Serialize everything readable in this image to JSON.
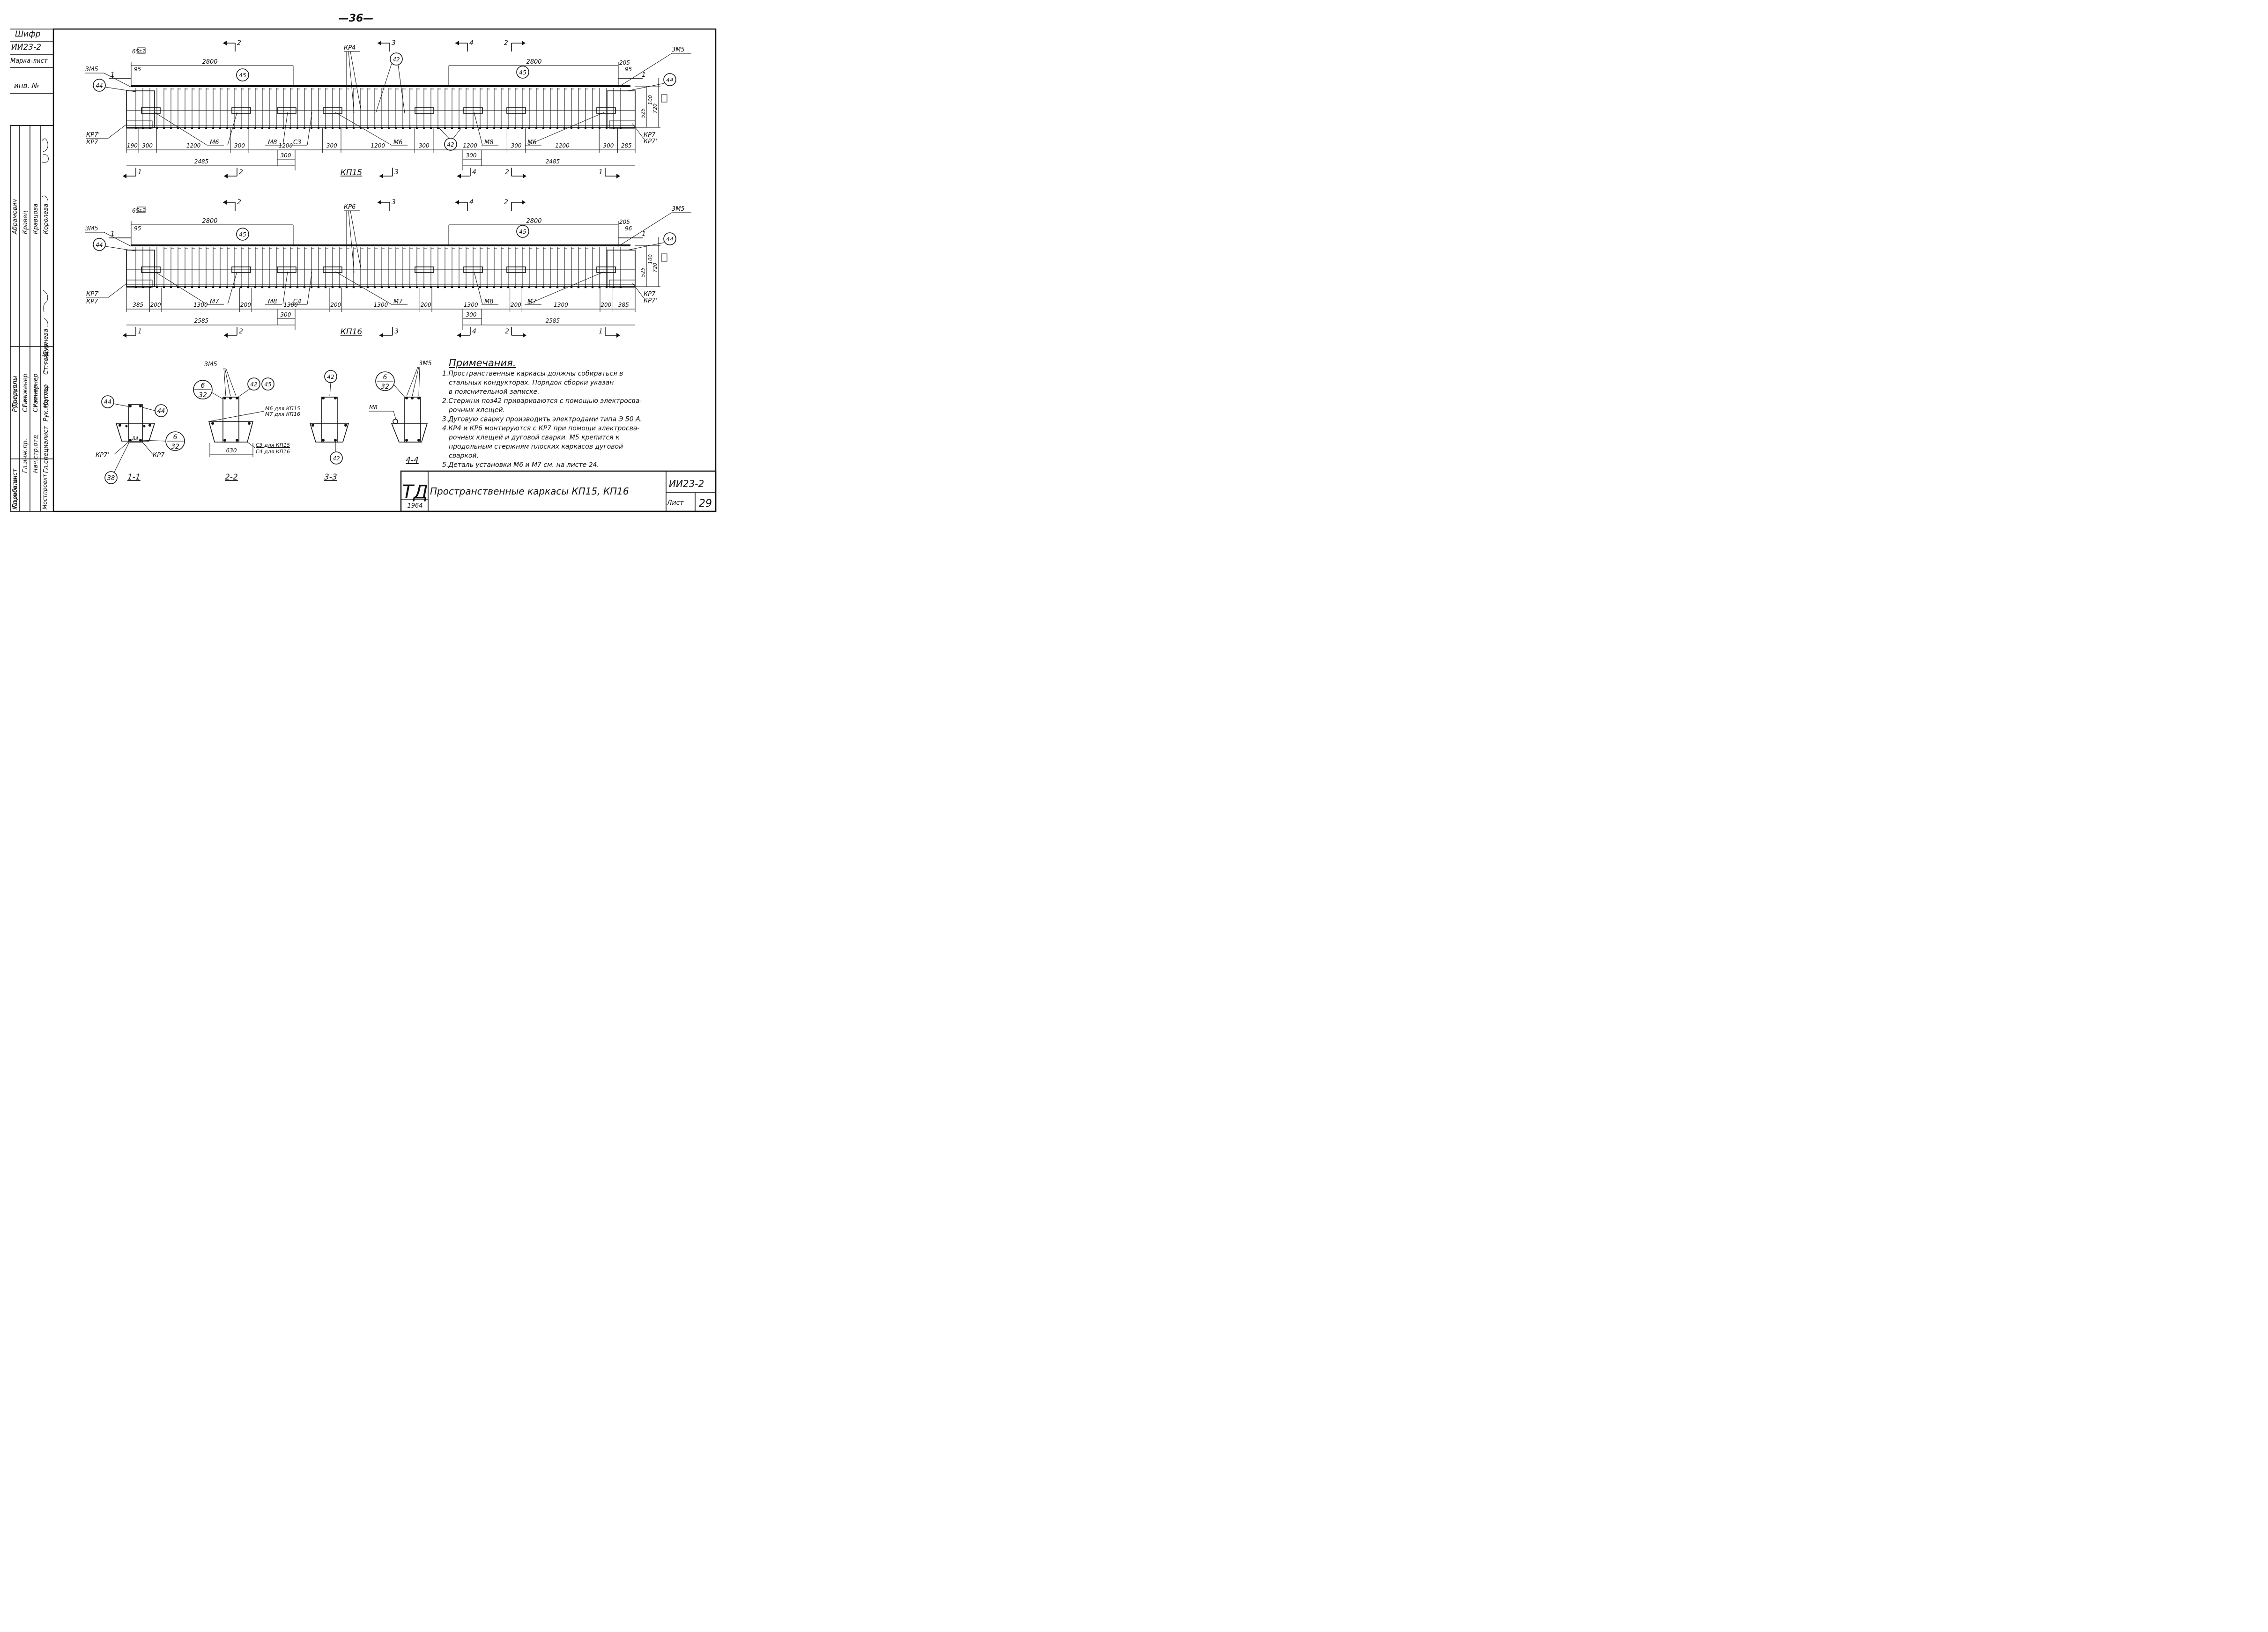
{
  "page_number": "—36—",
  "stamp": {
    "code_label": "Шифр",
    "code": "ИИ23-2",
    "mark_label": "Марка-лист",
    "inv_label": "инв. №",
    "roles": [
      "Гл.инж.инст",
      "Гл.инж.пр.",
      "Нач.стр.отд",
      "Гл.специалист",
      "Рук.группы",
      "Рук.группы",
      "Ст.инженер",
      "Ст.инженер",
      "Ст.техник"
    ],
    "names": [
      "Тренкель",
      "Гин",
      "Ратнер",
      "Кетлер",
      "Дурнева",
      "Абрамович",
      "Кравец",
      "Кравцова",
      "Королева"
    ],
    "org_dev": "Разработан",
    "org_main": "Мостпроект"
  },
  "title_block": {
    "logo": "ТД",
    "year": "1964",
    "title": "Пространственные каркасы КП15, КП16",
    "code": "ИИ23-2",
    "sheet_label": "Лист",
    "sheet_number": "29"
  },
  "kp15": {
    "name": "КП15",
    "top_dims": [
      "2800",
      "2800",
      "65",
      "95",
      "205",
      "95"
    ],
    "mark_left_top": "3М5",
    "mark_right_top": "3М5",
    "mark_kr": "КР4",
    "circle_44": "44",
    "circle_45": "45",
    "circle_42": "42",
    "height_dims": [
      "100",
      "525",
      "720"
    ],
    "bottom_dims": [
      "190",
      "300",
      "1200",
      "300",
      "1200",
      "300",
      "1200",
      "300",
      "1200",
      "300",
      "1200",
      "300",
      "285"
    ],
    "total_dims": [
      "2485",
      "300",
      "300",
      "2485"
    ],
    "labels": [
      "М6",
      "М8",
      "С3",
      "М6",
      "М8",
      "М6"
    ],
    "kp7_left": [
      "КР7'",
      "КР7"
    ],
    "kp7_right": [
      "КР7",
      "КР7'"
    ],
    "section_marks": [
      "2",
      "3",
      "4",
      "2",
      "1",
      "2",
      "3",
      "4",
      "2",
      "1",
      "1",
      "1"
    ]
  },
  "kp16": {
    "name": "КП16",
    "top_dims": [
      "2800",
      "2800",
      "65",
      "95",
      "205",
      "96"
    ],
    "mark_left_top": "3М5",
    "mark_right_top": "3М5",
    "mark_kr": "КР6",
    "circle_44": "44",
    "circle_45": "45",
    "height_dims": [
      "100",
      "525",
      "720"
    ],
    "bottom_dims": [
      "385",
      "200",
      "1300",
      "200",
      "1300",
      "200",
      "1300",
      "200",
      "1300",
      "200",
      "1300",
      "200",
      "385"
    ],
    "total_dims": [
      "2585",
      "300",
      "300",
      "2585"
    ],
    "labels": [
      "М7",
      "М8",
      "С4",
      "М7",
      "М8",
      "М7"
    ],
    "kp7_left": [
      "КР7'",
      "КР7"
    ],
    "kp7_right": [
      "КР7",
      "КР7'"
    ],
    "section_marks": [
      "2",
      "3",
      "4",
      "2",
      "1",
      "2",
      "3",
      "4",
      "2",
      "1",
      "1",
      "1"
    ]
  },
  "sections": {
    "s11": {
      "title": "1-1",
      "c44": "44",
      "c38": "38",
      "frac_top": "6",
      "frac_bot": "32",
      "kp7a": "КР7'",
      "kp7b": "КР7"
    },
    "s22": {
      "title": "2-2",
      "m5": "3М5",
      "c42": "42",
      "c45": "45",
      "frac_top": "6",
      "frac_bot": "32",
      "m6": "М6 для КП15",
      "m7": "М7 для КП16",
      "c3": "С3 для КП15",
      "c4": "С4 для КП16",
      "w": "630"
    },
    "s33": {
      "title": "3-3",
      "c42": "42"
    },
    "s44": {
      "title": "4-4",
      "m5": "3М5",
      "frac_top": "6",
      "frac_bot": "32",
      "m8": "М8"
    }
  },
  "notes": {
    "heading": "Примечания.",
    "lines": [
      "1.Пространственные каркасы должны собираться в",
      "стальных кондукторах. Порядок сборки указан",
      "в пояснительной записке.",
      "2.Стержни поз42 привариваются с помощью электросва-",
      "рочных клещей.",
      "3.Дуговую сварку производить электродами типа Э 50 А.",
      "4.КР4 и КР6 монтируются с КР7 при помощи электросва-",
      "рочных клещей и дуговой сварки. М5 крепится к",
      "продольным стержням плоских каркасов дуговой",
      "сваркой.",
      "5.Деталь установки М6 и М7 см. на листе 24."
    ]
  }
}
